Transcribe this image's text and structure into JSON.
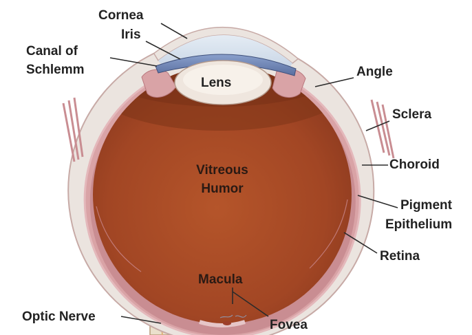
{
  "colors": {
    "background": "#ffffff",
    "sclera": "#ebe4df",
    "choroid_retina": "#d9a3a6",
    "vitreous_humor": "#a84a24",
    "lens": "#efe6de",
    "iris": "#6f86b7",
    "leader_lines": "#2b2b2b"
  },
  "labels": {
    "cornea": "Cornea",
    "iris": "Iris",
    "canal_of_schlemm_1": "Canal of",
    "canal_of_schlemm_2": "Schlemm",
    "lens": "Lens",
    "angle": "Angle",
    "sclera": "Sclera",
    "choroid": "Choroid",
    "vitreous_humor_1": "Vitreous",
    "vitreous_humor_2": "Humor",
    "pigment_epithelium_1": "Pigment",
    "pigment_epithelium_2": "Epithelium",
    "retina": "Retina",
    "macula": "Macula",
    "optic_nerve": "Optic Nerve",
    "fovea": "Fovea"
  }
}
